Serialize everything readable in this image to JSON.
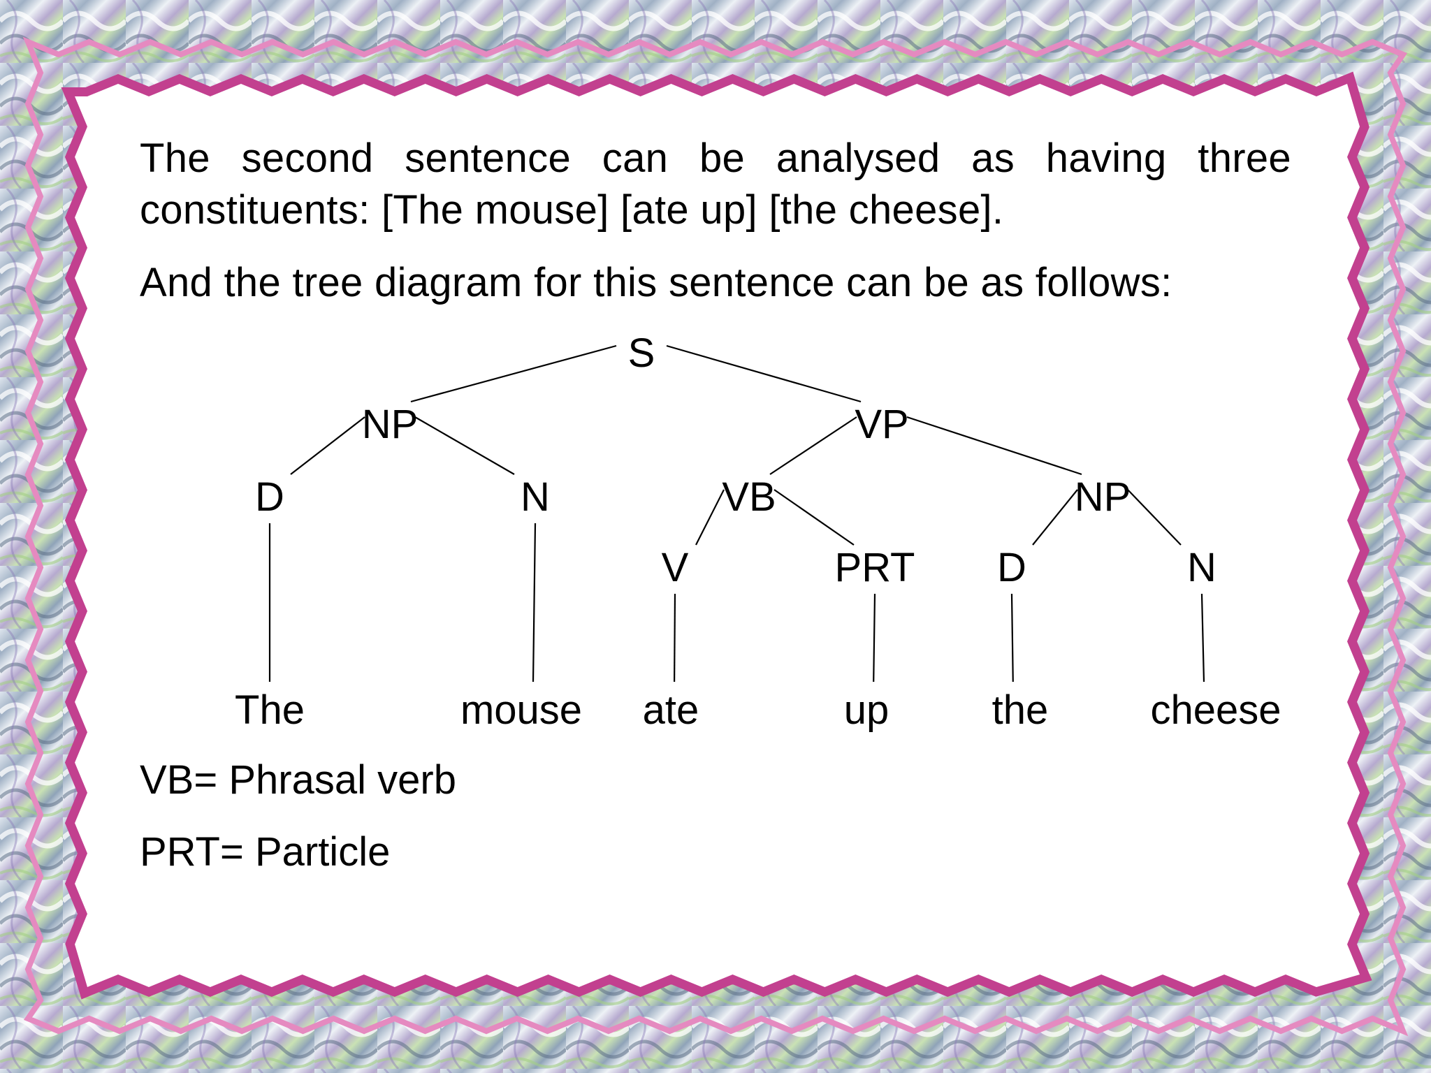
{
  "slide": {
    "paragraph_1": "The second sentence can be analysed as having three constituents: [The mouse] [ate up] [the cheese].",
    "paragraph_2": "And the tree diagram for this sentence can be as follows:",
    "legend": {
      "vb": "VB= Phrasal verb",
      "prt": "PRT= Particle"
    }
  },
  "colors": {
    "frame_pink": "#c2408f",
    "frame_silver": "#b9c3cf",
    "frame_green": "#a8d48a",
    "background": "#ffffff"
  },
  "tree": {
    "nodes": [
      {
        "id": "s",
        "label": "S"
      },
      {
        "id": "np1",
        "label": "NP"
      },
      {
        "id": "vp",
        "label": "VP"
      },
      {
        "id": "d1",
        "label": "D"
      },
      {
        "id": "n1",
        "label": "N"
      },
      {
        "id": "vb",
        "label": "VB"
      },
      {
        "id": "np2",
        "label": "NP"
      },
      {
        "id": "v",
        "label": "V"
      },
      {
        "id": "prt",
        "label": "PRT"
      },
      {
        "id": "d2",
        "label": "D"
      },
      {
        "id": "n2",
        "label": "N"
      },
      {
        "id": "w_the1",
        "label": "The"
      },
      {
        "id": "w_mouse",
        "label": "mouse"
      },
      {
        "id": "w_ate",
        "label": "ate"
      },
      {
        "id": "w_up",
        "label": "up"
      },
      {
        "id": "w_the2",
        "label": "the"
      },
      {
        "id": "w_cheese",
        "label": "cheese"
      }
    ],
    "edges": [
      [
        "s",
        "np1"
      ],
      [
        "s",
        "vp"
      ],
      [
        "np1",
        "d1"
      ],
      [
        "np1",
        "n1"
      ],
      [
        "vp",
        "vb"
      ],
      [
        "vp",
        "np2"
      ],
      [
        "vb",
        "v"
      ],
      [
        "vb",
        "prt"
      ],
      [
        "np2",
        "d2"
      ],
      [
        "np2",
        "n2"
      ],
      [
        "d1",
        "w_the1"
      ],
      [
        "n1",
        "w_mouse"
      ],
      [
        "v",
        "w_ate"
      ],
      [
        "prt",
        "w_up"
      ],
      [
        "d2",
        "w_the2"
      ],
      [
        "n2",
        "w_cheese"
      ]
    ]
  }
}
